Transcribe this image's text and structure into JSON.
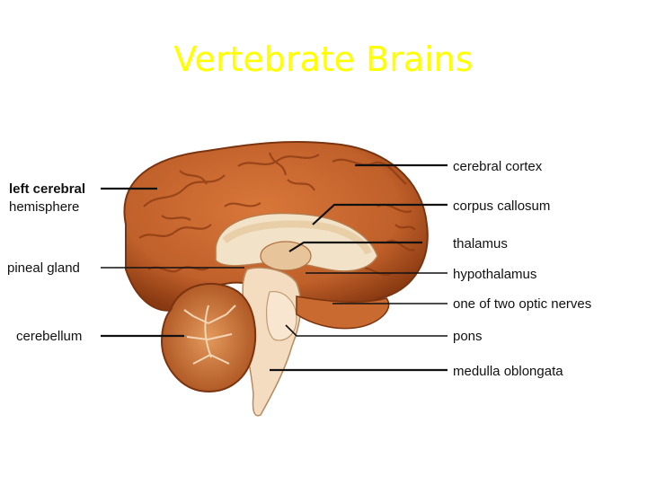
{
  "title": "Vertebrate Brains",
  "labels": {
    "left_hemisphere_line1": "left cerebral",
    "left_hemisphere_line2": "hemisphere",
    "pineal_gland": "pineal gland",
    "cerebellum": "cerebellum",
    "cerebral_cortex": "cerebral cortex",
    "corpus_callosum": "corpus callosum",
    "thalamus": "thalamus",
    "hypothalamus": "hypothalamus",
    "optic_nerves": "one of two optic nerves",
    "pons": "pons",
    "medulla_oblongata": "medulla oblongata"
  },
  "colors": {
    "title": "#ffff00",
    "cortex": "#c8642a",
    "cortex_dark": "#8a3a12",
    "white_matter": "#f2e2c8",
    "brainstem": "#f4dcc0",
    "cerebellum": "#d07a3a"
  }
}
